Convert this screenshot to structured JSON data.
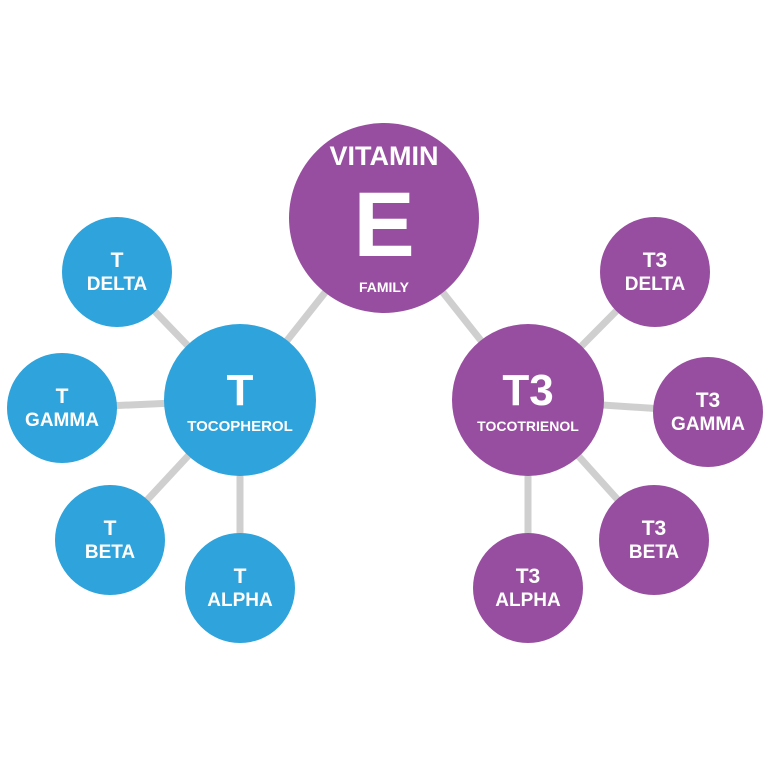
{
  "colors": {
    "tocopherol": "#2ea3dc",
    "tocotrienol": "#984ea0",
    "connector": "#cfcfcf"
  },
  "root": {
    "top": "VITAMIN",
    "letter": "E",
    "bottom": "FAMILY"
  },
  "tocopherol": {
    "symbol": "T",
    "name": "TOCOPHEROL",
    "children": [
      {
        "symbol": "T",
        "name": "DELTA"
      },
      {
        "symbol": "T",
        "name": "GAMMA"
      },
      {
        "symbol": "T",
        "name": "BETA"
      },
      {
        "symbol": "T",
        "name": "ALPHA"
      }
    ]
  },
  "tocotrienol": {
    "symbol": "T3",
    "name": "TOCOTRIENOL",
    "children": [
      {
        "symbol": "T3",
        "name": "DELTA"
      },
      {
        "symbol": "T3",
        "name": "GAMMA"
      },
      {
        "symbol": "T3",
        "name": "BETA"
      },
      {
        "symbol": "T3",
        "name": "ALPHA"
      }
    ]
  }
}
